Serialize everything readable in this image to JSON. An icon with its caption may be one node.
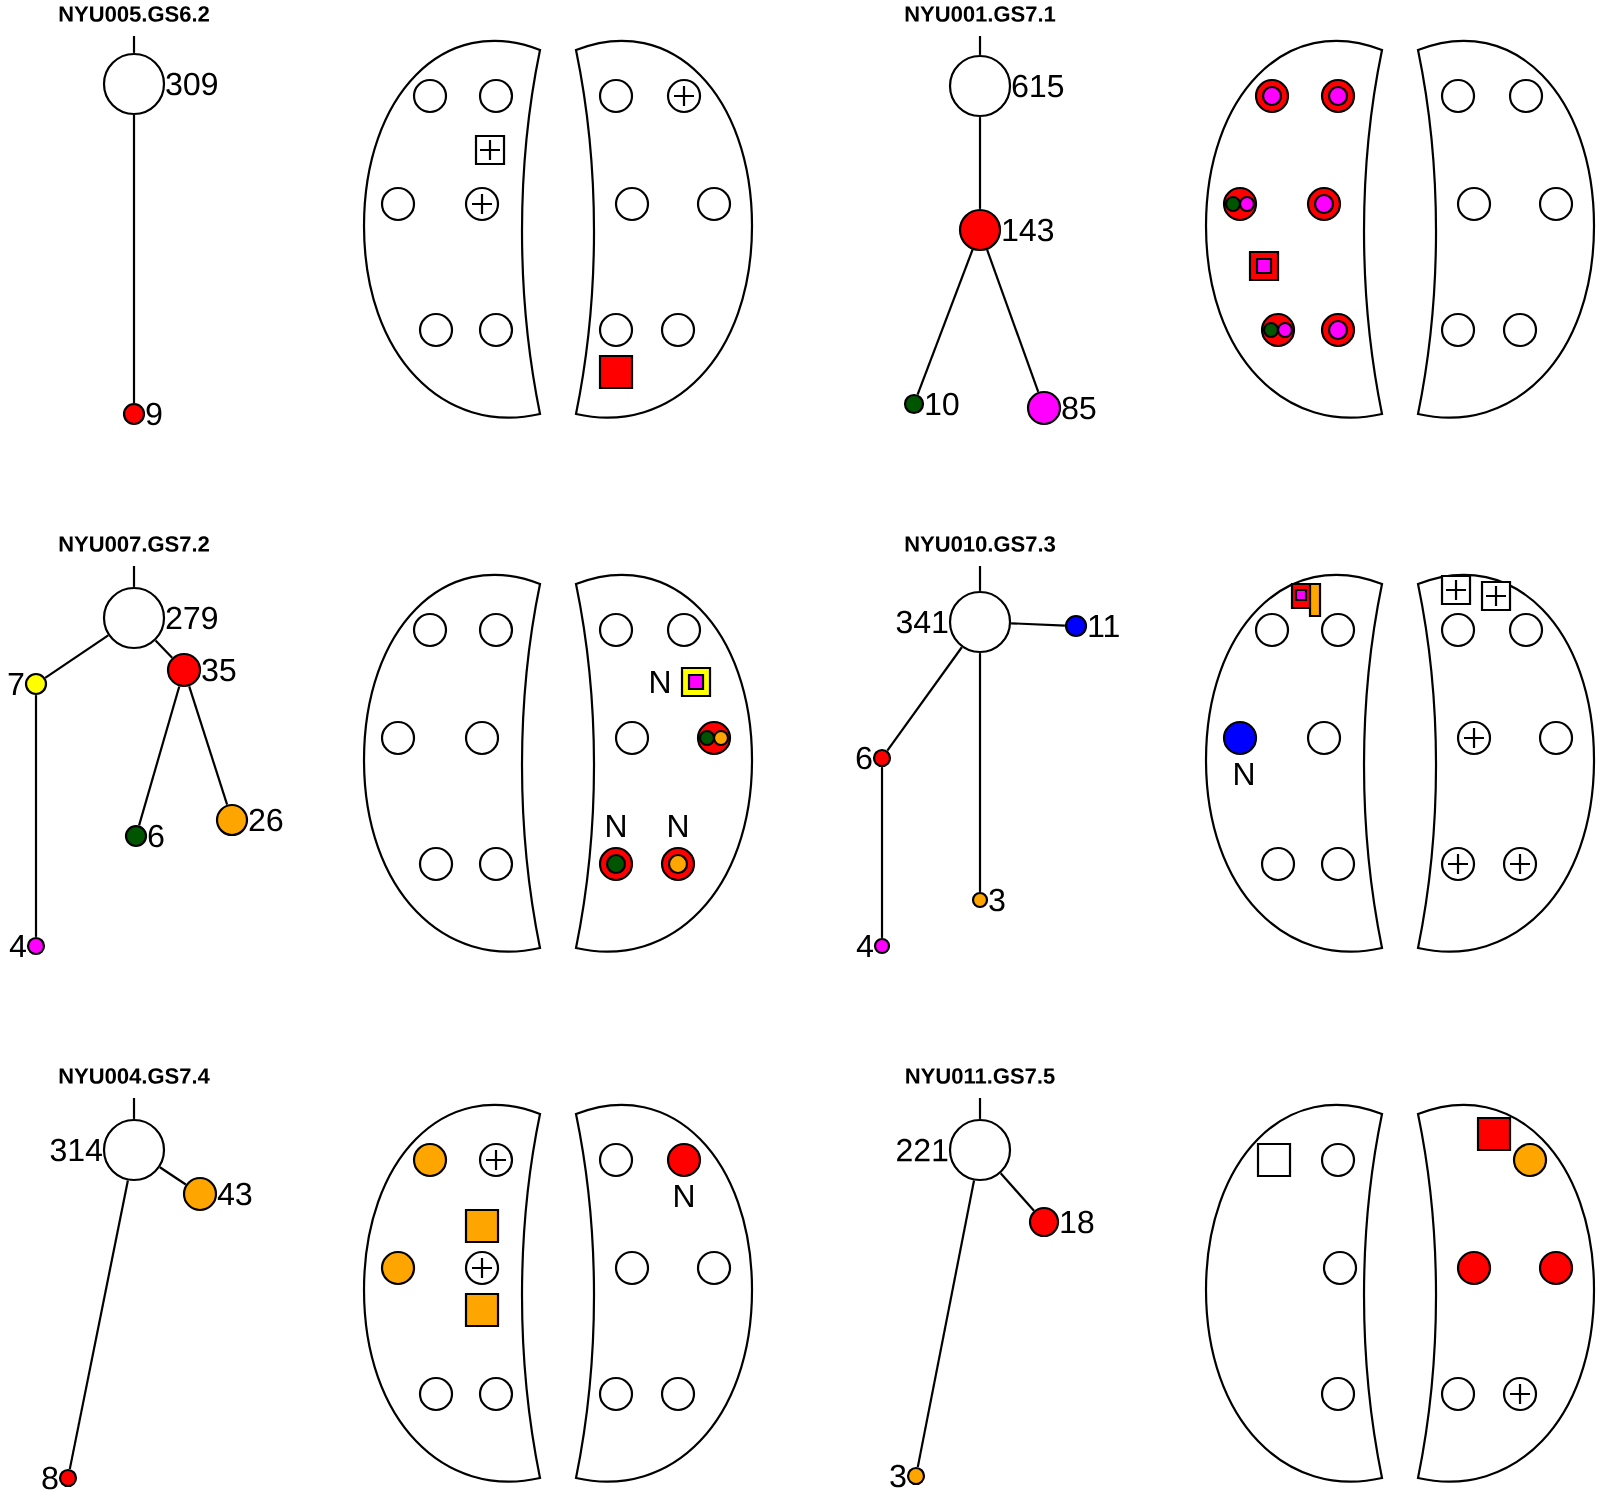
{
  "diagram": {
    "nodes": [
      {
        "text": [],
        "shape": "circle",
        "beside": [
          "309"
        ]
      },
      {
        "text": [],
        "shape": "circle",
        "beside": [
          "9"
        ]
      },
      {
        "text": [],
        "shape": "circle",
        "beside": [
          "615"
        ]
      },
      {
        "text": [],
        "shape": "circle",
        "beside": [
          "143"
        ]
      },
      {
        "text": [],
        "shape": "circle",
        "beside": [
          "10"
        ]
      },
      {
        "text": [],
        "shape": "circle",
        "beside": [
          "85"
        ]
      },
      {
        "text": [],
        "shape": "circle",
        "beside": [
          "279"
        ]
      },
      {
        "text": [],
        "shape": "circle",
        "beside": [
          "35"
        ]
      },
      {
        "text": [],
        "shape": "circle",
        "beside": [
          "7"
        ]
      },
      {
        "text": [],
        "shape": "circle",
        "beside": [
          "26"
        ]
      },
      {
        "text": [],
        "shape": "circle",
        "beside": [
          "6"
        ]
      },
      {
        "text": [],
        "shape": "circle",
        "beside": [
          "4"
        ]
      },
      {
        "text": [],
        "shape": "circle",
        "beside": [
          "341"
        ]
      },
      {
        "text": [],
        "shape": "circle",
        "beside": [
          "11"
        ]
      },
      {
        "text": [],
        "shape": "circle",
        "beside": [
          "6"
        ]
      },
      {
        "text": [],
        "shape": "circle",
        "beside": [
          "3"
        ]
      },
      {
        "text": [],
        "shape": "circle",
        "beside": [
          "4"
        ]
      },
      {
        "text": [],
        "shape": "circle",
        "beside": [
          "314"
        ]
      },
      {
        "text": [],
        "shape": "circle",
        "beside": [
          "43"
        ]
      },
      {
        "text": [],
        "shape": "circle",
        "beside": [
          "8"
        ]
      },
      {
        "text": [],
        "shape": "circle",
        "beside": [
          "221"
        ]
      },
      {
        "text": [],
        "shape": "circle",
        "beside": [
          "18"
        ]
      },
      {
        "text": [],
        "shape": "circle",
        "beside": [
          "3"
        ]
      },
      {
        "text": [
          "NYU005.GS6.2"
        ]
      },
      {
        "text": [
          "NYU001.GS7.1"
        ]
      },
      {
        "text": [
          "NYU007.GS7.2"
        ]
      },
      {
        "text": [
          "NYU010.GS7.3"
        ]
      },
      {
        "text": [
          "NYU004.GS7.4"
        ]
      },
      {
        "text": [
          "NYU011.GS7.5"
        ]
      }
    ],
    "edges": [
      {
        "from": 23,
        "to": 0,
        "arrow": "none"
      },
      {
        "from": 0,
        "to": 1,
        "arrow": "none"
      },
      {
        "from": 24,
        "to": 2,
        "arrow": "none"
      },
      {
        "from": 2,
        "to": 3,
        "arrow": "none"
      },
      {
        "from": 3,
        "to": 4,
        "arrow": "none"
      },
      {
        "from": 3,
        "to": 5,
        "arrow": "none"
      },
      {
        "from": 25,
        "to": 6,
        "arrow": "none"
      },
      {
        "from": 6,
        "to": 7,
        "arrow": "none"
      },
      {
        "from": 6,
        "to": 8,
        "arrow": "none"
      },
      {
        "from": 7,
        "to": 9,
        "arrow": "none"
      },
      {
        "from": 7,
        "to": 10,
        "arrow": "none"
      },
      {
        "from": 8,
        "to": 11,
        "arrow": "none"
      },
      {
        "from": 26,
        "to": 12,
        "arrow": "none"
      },
      {
        "from": 12,
        "to": 13,
        "arrow": "none"
      },
      {
        "from": 12,
        "to": 14,
        "arrow": "none"
      },
      {
        "from": 12,
        "to": 15,
        "arrow": "none"
      },
      {
        "from": 14,
        "to": 16,
        "arrow": "none"
      },
      {
        "from": 27,
        "to": 17,
        "arrow": "none"
      },
      {
        "from": 17,
        "to": 18,
        "arrow": "none"
      },
      {
        "from": 17,
        "to": 19,
        "arrow": "none"
      },
      {
        "from": 28,
        "to": 20,
        "arrow": "none"
      },
      {
        "from": 20,
        "to": 21,
        "arrow": "none"
      },
      {
        "from": 20,
        "to": 22,
        "arrow": "none"
      }
    ],
    "labels": [
      "N",
      "N",
      "N",
      "N",
      "N"
    ]
  }
}
